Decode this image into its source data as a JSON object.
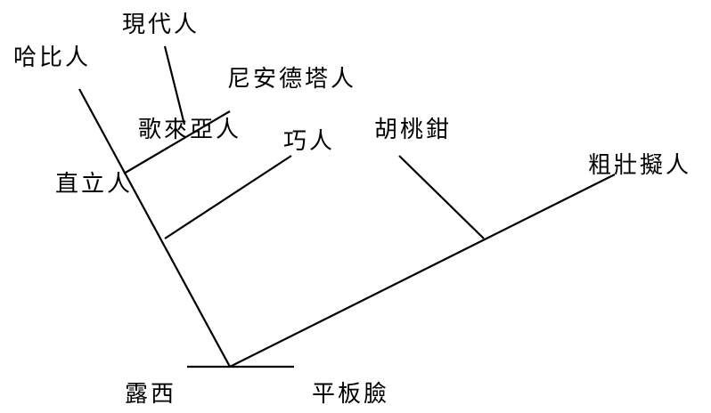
{
  "title": "Hominin phylogenetic tree",
  "labels": {
    "hobbit": "哈比人",
    "modern_human": "現代人",
    "neanderthal": "尼安德塔人",
    "goliath": "歌來亞人",
    "habilis": "巧人",
    "nutcracker": "胡桃鉗",
    "robustus": "粗壯擬人",
    "erectus": "直立人",
    "lucy": "露西",
    "flatface": "平板臉"
  }
}
